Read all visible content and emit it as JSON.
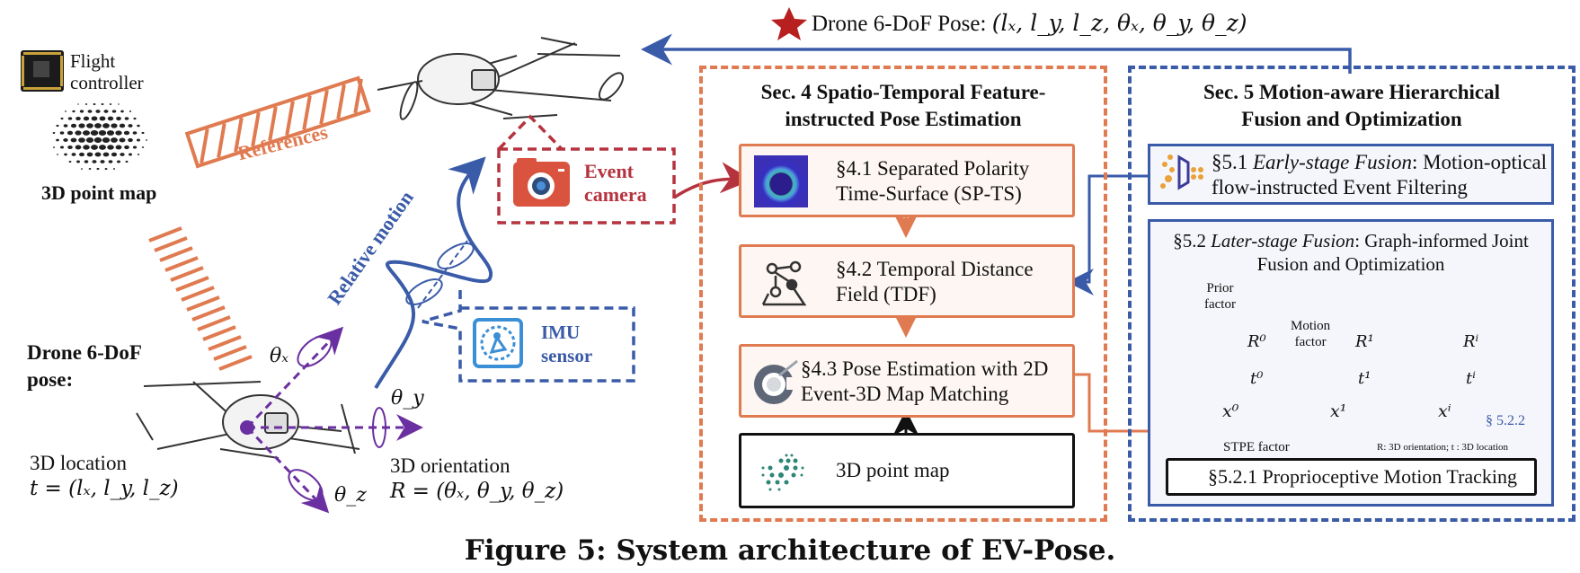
{
  "figure": {
    "caption": "Figure 5: System architecture of EV-Pose.",
    "output_label": "Drone 6-DoF Pose: (l_x, l_y, l_z, θ_x, θ_y, θ_z)",
    "output_label_parts": {
      "prefix": "Drone 6-DoF Pose: ",
      "math": "(lₓ, l_y, l_z, θₓ, θ_y, θ_z)"
    }
  },
  "left_panel": {
    "flight_controller_label_1": "Flight",
    "flight_controller_label_2": "controller",
    "point_map_label": "3D point map",
    "references_label": "References",
    "relative_motion_label": "Relative motion",
    "pose_title_1": "Drone 6-DoF",
    "pose_title_2": "pose:",
    "location_label": "3D location",
    "location_formula": "t = (lₓ, l_y, l_z)",
    "orientation_label": "3D orientation",
    "orientation_formula": "R = (θₓ, θ_y, θ_z)",
    "theta_x": "θₓ",
    "theta_y": "θ_y",
    "theta_z": "θ_z",
    "event_camera_label_1": "Event",
    "event_camera_label_2": "camera",
    "imu_label_1": "IMU",
    "imu_label_2": "sensor"
  },
  "sec4": {
    "title_1": "Sec. 4 Spatio-Temporal Feature-",
    "title_2": "instructed Pose Estimation",
    "boxes": [
      {
        "line1": "§4.1 Separated Polarity",
        "line2": "Time-Surface (SP-TS)",
        "icon": "time-surface-icon"
      },
      {
        "line1": "§4.2 Temporal Distance",
        "line2": "Field (TDF)",
        "icon": "graph-nodes-icon"
      },
      {
        "line1": "§4.3 Pose Estimation with 2D",
        "line2": "Event-3D Map Matching",
        "icon": "target-icon"
      }
    ],
    "point_map_box": "3D point map"
  },
  "sec5": {
    "title_1": "Sec. 5 Motion-aware Hierarchical",
    "title_2": "Fusion and Optimization",
    "early": {
      "prefix": "§5.1 ",
      "italic": "Early-stage Fusion",
      "suffix": ": Motion-optical",
      "line2": "flow-instructed Event Filtering"
    },
    "later": {
      "prefix": "§5.2 ",
      "italic": "Later-stage Fusion",
      "suffix": ": Graph-informed Joint",
      "line2": "Fusion and Optimization"
    },
    "graph": {
      "prior_factor_1": "Prior",
      "prior_factor_2": "factor",
      "motion_factor_1": "Motion",
      "motion_factor_2": "factor",
      "stpe_factor": "STPE factor",
      "section_ref": "§ 5.2.2",
      "legend": "R: 3D orientation; t : 3D location",
      "nodes": [
        {
          "R": "R⁰",
          "t": "t⁰",
          "x": "x⁰"
        },
        {
          "R": "R¹",
          "t": "t¹",
          "x": "x¹"
        },
        {
          "R": "Rⁱ",
          "t": "tⁱ",
          "x": "xⁱ"
        }
      ]
    },
    "tracking_box": "§5.2.1 Proprioceptive Motion Tracking"
  },
  "colors": {
    "orange": "#e07a50",
    "blue": "#3a5ba8",
    "dark_red": "#b5333f",
    "purple": "#6a2fa0",
    "green": "#6b9a3c",
    "star_red": "#b82020"
  }
}
